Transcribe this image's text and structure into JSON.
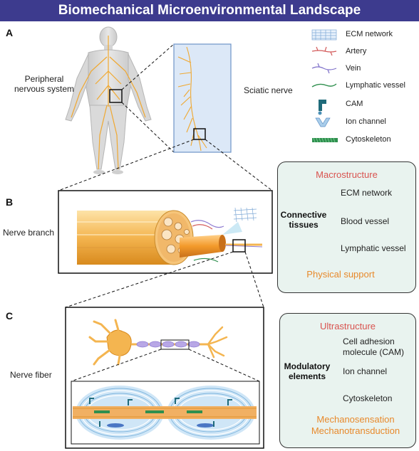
{
  "title": "Biomechanical Microenvironmental Landscape",
  "panels": {
    "a": "A",
    "b": "B",
    "c": "C"
  },
  "labels": {
    "pns": [
      "Peripheral",
      "nervous system"
    ],
    "sciatic": "Sciatic nerve",
    "nerve_branch": "Nerve branch",
    "nerve_fiber": "Nerve fiber"
  },
  "legend": [
    {
      "icon": "ecm-network-icon",
      "label": "ECM network"
    },
    {
      "icon": "artery-icon",
      "label": "Artery"
    },
    {
      "icon": "vein-icon",
      "label": "Vein"
    },
    {
      "icon": "lymphatic-vessel-icon",
      "label": "Lymphatic vessel"
    },
    {
      "icon": "cam-icon",
      "label": "CAM"
    },
    {
      "icon": "ion-channel-icon",
      "label": "Ion channel"
    },
    {
      "icon": "cytoskeleton-icon",
      "label": "Cytoskeleton"
    }
  ],
  "macro_box": {
    "heading": "Macrostructure",
    "group": [
      "Connective",
      "tissues"
    ],
    "items": [
      "ECM network",
      "Blood vessel",
      "Lymphatic vessel"
    ],
    "result": "Physical support"
  },
  "ultra_box": {
    "heading": "Ultrastructure",
    "group": [
      "Modulatory",
      "elements"
    ],
    "items": [
      [
        "Cell adhesion",
        "molecule (CAM)"
      ],
      [
        "Ion channel"
      ],
      [
        "Cytoskeleton"
      ]
    ],
    "result": [
      "Mechanosensation",
      "Mechanotransduction"
    ]
  },
  "colors": {
    "title_bar": "#3d3b8e",
    "heading_red": "#d9534f",
    "result_orange": "#e8892b",
    "box_fill": "#e9f3ef",
    "nerve_gold": "#f0a830",
    "sciatic_panel": "#dce8f7"
  }
}
